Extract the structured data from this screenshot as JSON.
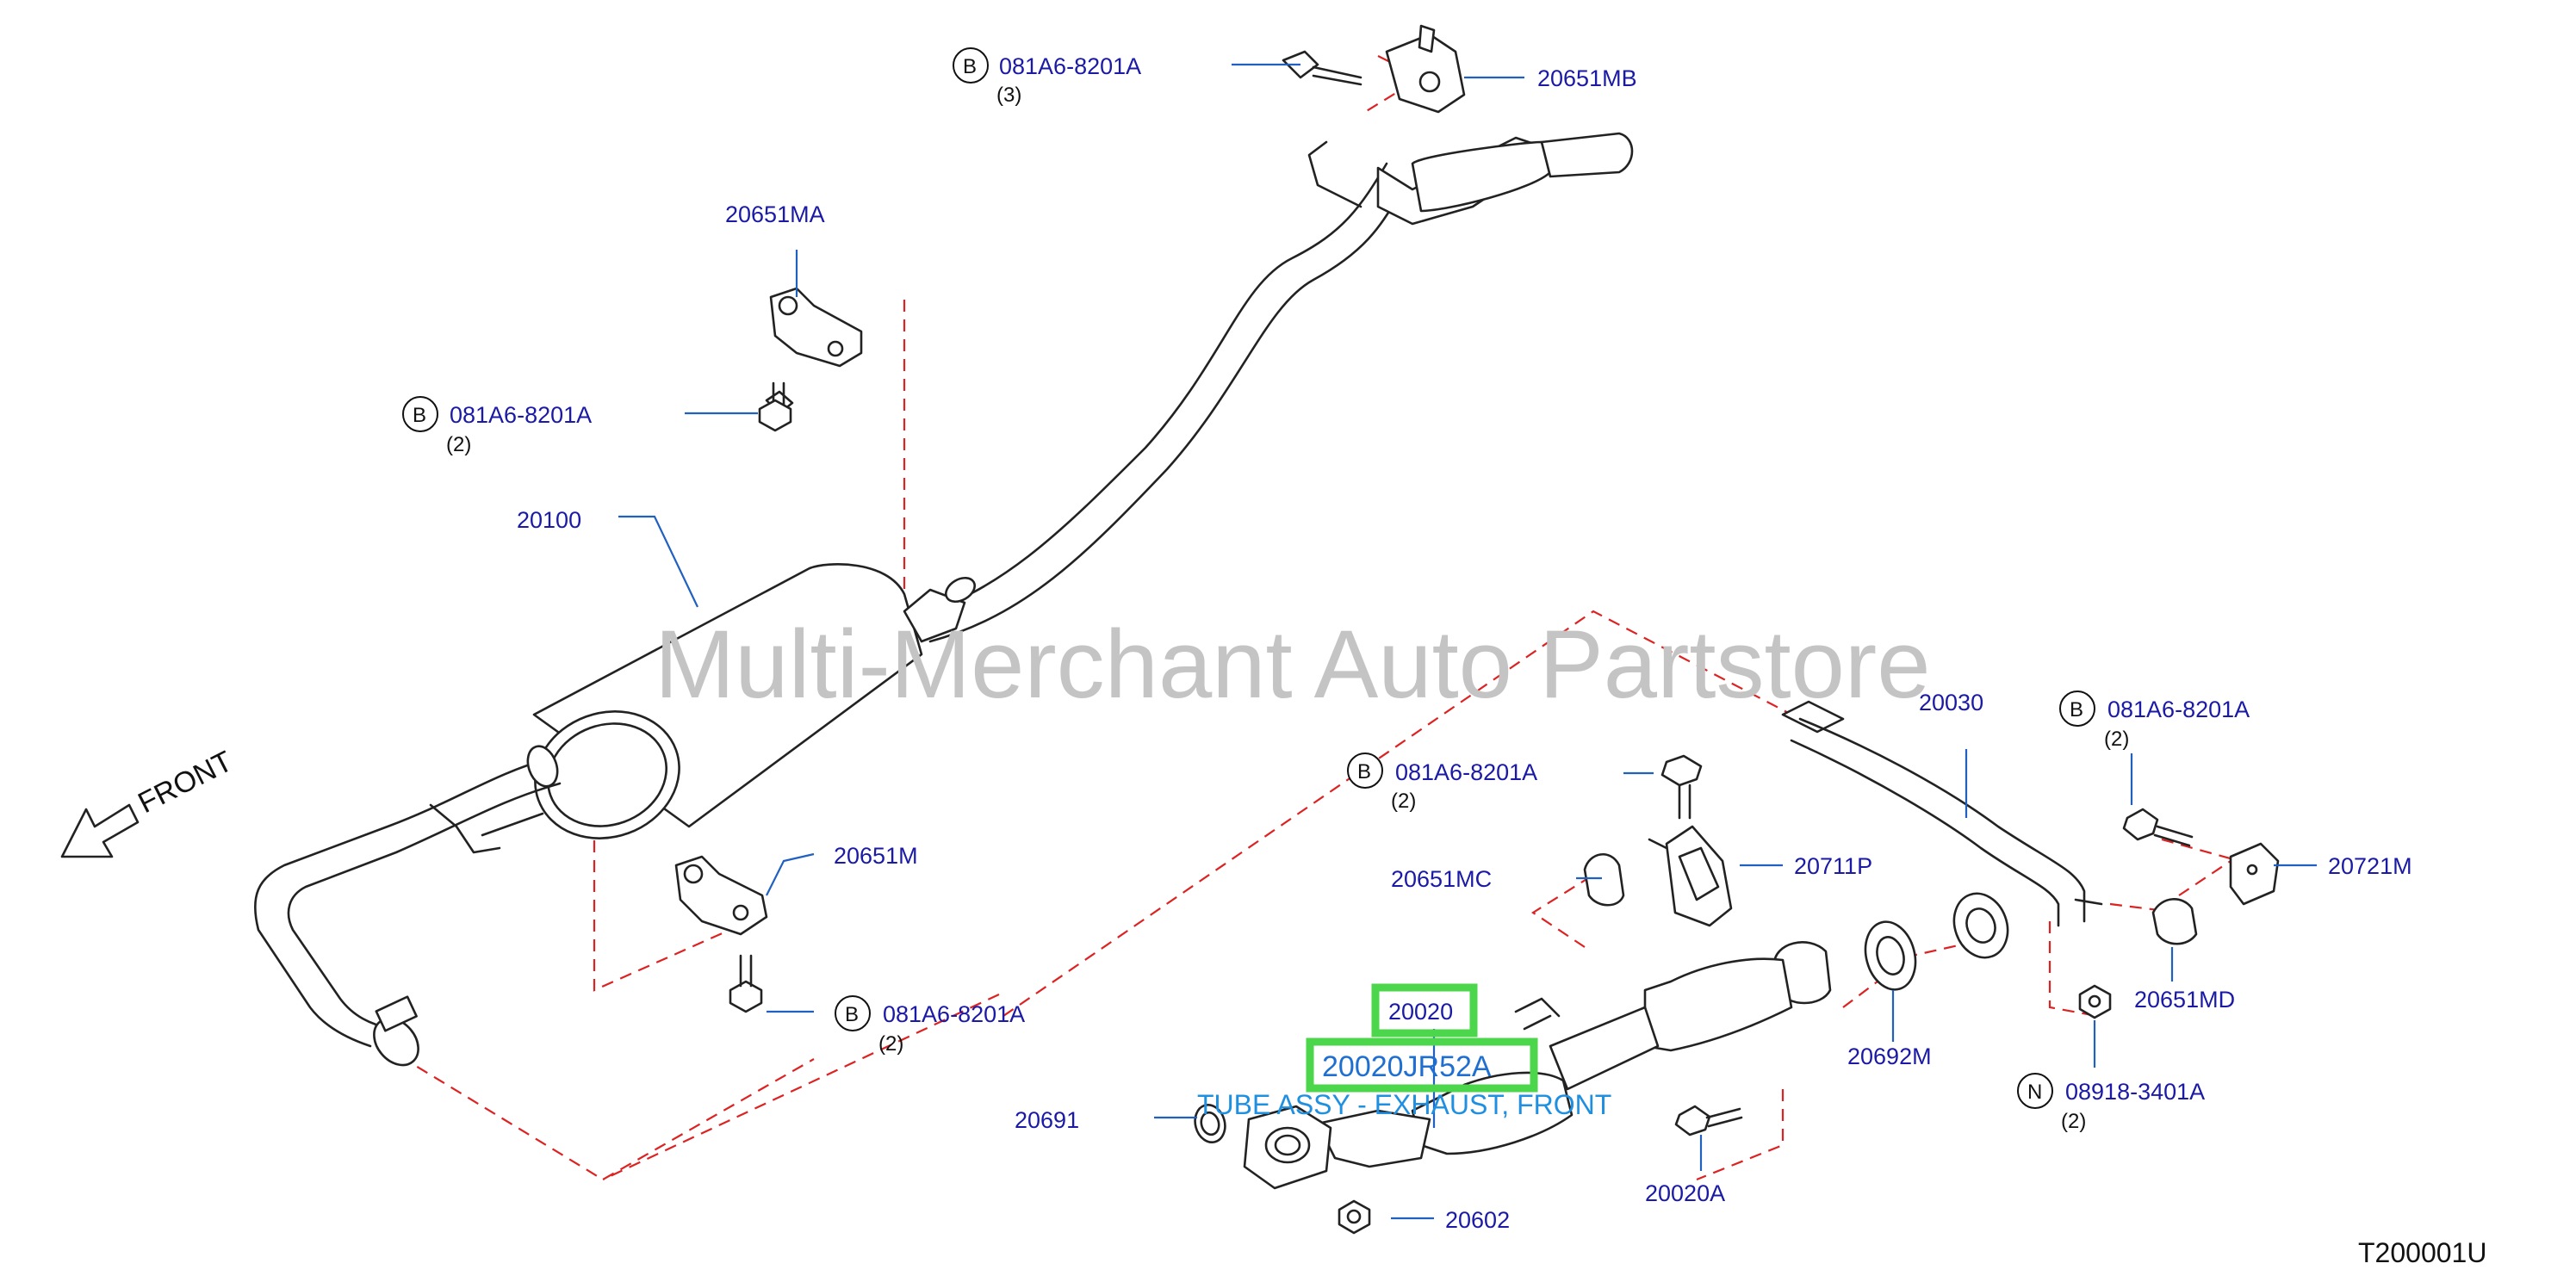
{
  "callouts": {
    "muffler": "20100",
    "tail_mount": "20651MB",
    "rear_hanger": "20651MA",
    "front_hanger": "20651M",
    "center_tube": "20030",
    "mount_insulator": "20651MC",
    "mount_bracket": "20711P",
    "heat_plate": "20721M",
    "insulator_d": "20651MD",
    "gasket_m": "20692M",
    "gasket_front": "20691",
    "stud_nut": "20602",
    "bolt_a": "20020A"
  },
  "fasteners": {
    "bolt_b": {
      "letter": "B",
      "part": "081A6-8201A"
    },
    "nut_n": {
      "letter": "N",
      "part": "08918-3401A"
    },
    "qty_3": "(3)",
    "qty_2": "(2)"
  },
  "selected": {
    "number": "20020",
    "part_number": "20020JR52A",
    "description": "TUBE ASSY - EXHAUST, FRONT",
    "highlight_color": "#4cd64c"
  },
  "front_label": "FRONT",
  "watermark": "Multi-Merchant Auto Partstore",
  "diagram_code": "T200001U",
  "colors": {
    "label": "#1a1aa6",
    "dashed_guide": "#dd2222",
    "description": "#1f8fe0"
  }
}
